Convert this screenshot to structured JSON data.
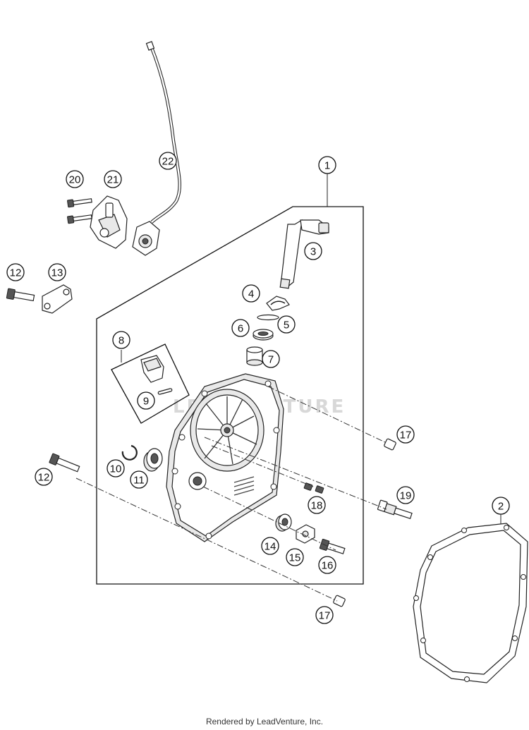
{
  "diagram": {
    "watermark": "LEADVENTURE",
    "callouts": {
      "c1": "1",
      "c2": "2",
      "c3": "3",
      "c4": "4",
      "c5": "5",
      "c6": "6",
      "c7": "7",
      "c8": "8",
      "c9": "9",
      "c10": "10",
      "c11": "11",
      "c12a": "12",
      "c12b": "12",
      "c13": "13",
      "c14": "14",
      "c15": "15",
      "c16": "16",
      "c17a": "17",
      "c17b": "17",
      "c18": "18",
      "c19": "19",
      "c20": "20",
      "c21": "21",
      "c22": "22"
    }
  },
  "footer": {
    "text": "Rendered by LeadVenture, Inc."
  }
}
